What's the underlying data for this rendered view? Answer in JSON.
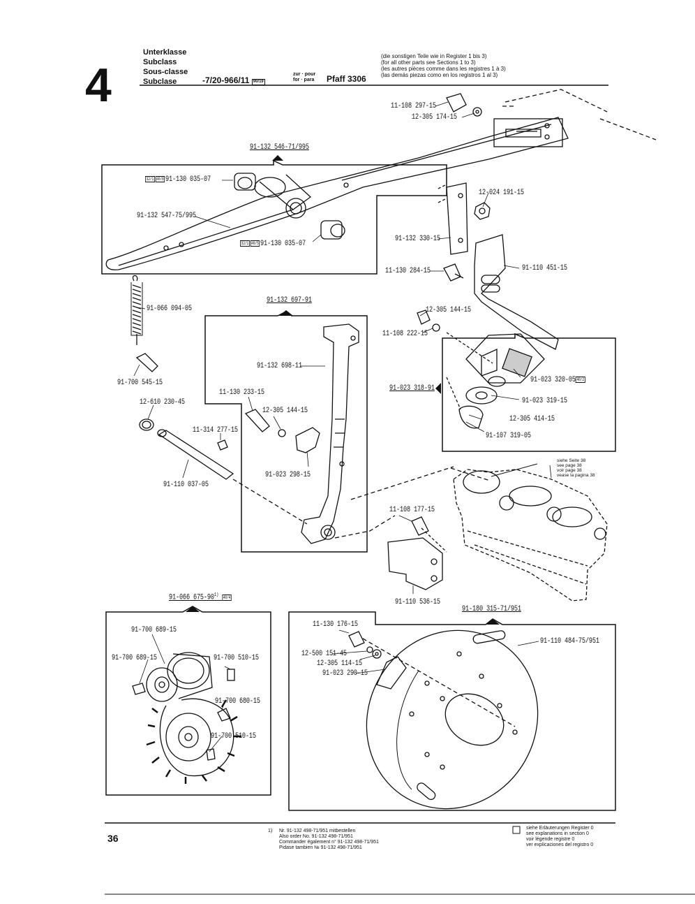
{
  "header": {
    "section_number": "4",
    "class_labels": [
      "Unterklasse",
      "Subclass",
      "Sous-classe",
      "Subclase"
    ],
    "subclass_code": "-7/20-966/11",
    "code_box": "90/19",
    "zur_pour": "zur · pour",
    "for_para": "for · para",
    "machine": "Pfaff 3306",
    "notes": [
      "(die sonstigen Teile wie in Register 1 bis 3)",
      "(for all other parts see Sections 1 to 3)",
      "(les autres pièces comme dans les registres 1 à 3)",
      "(las demás piezas como en los registros 1 al 3)"
    ]
  },
  "parts": {
    "p1": "11-108 297-15",
    "p2": "12-305 174-15",
    "p3": "91-132 546-71/995",
    "p4_tags": [
      "32/1",
      "40/8"
    ],
    "p4": "91-130 035-07",
    "p5": "91-132 547-75/995",
    "p6_tags": [
      "32/1",
      "40/5"
    ],
    "p6": "91-130 035-07",
    "p7": "12-024 191-15",
    "p8": "91-132 330-15",
    "p9": "11-130 284-15",
    "p10": "91-110 451-15",
    "p11": "91-066 094-05",
    "p12": "91-132 697-91",
    "p13": "12-305 144-15",
    "p14": "11-108 222-15",
    "p15": "91-700 545-15",
    "p16": "91-132 698-11",
    "p17": "91-023 320-05",
    "p17_tag": "40/2",
    "p18": "91-023 318-91",
    "p19": "91-023 319-15",
    "p20": "12-610 230-45",
    "p21": "11-130 233-15",
    "p22": "12-305 144-15",
    "p23": "12-305 414-15",
    "p24": "11-314 277-15",
    "p25": "91-107 319-05",
    "p26": "91-023 298-15",
    "p27": "91-110 037-05",
    "p28": "11-108 177-15",
    "p29": "91-066 675-90",
    "p29_sup": "1)",
    "p29_tag": "40/4",
    "p30": "91-110 536-15",
    "p31": "91-180 315-71/951",
    "p32": "91-700 689-15",
    "p33": "11-130 176-15",
    "p34": "91-110 484-75/951",
    "p35": "91-700 689-15",
    "p36": "91-700 510-15",
    "p37": "12-500 151-45",
    "p38": "12-305 114-15",
    "p39": "91-023 290-15",
    "p40": "91-700 680-15",
    "p41": "91-700 510-15"
  },
  "see_page": [
    "siehe Seite 38",
    "see page 38",
    "voir page 38",
    "vease la pagina 38"
  ],
  "footer": {
    "page_number": "36",
    "footnote_mark": "1)",
    "footnote_lines": [
      "Nr. 91-132 498-71/951 mitbestellen",
      "Also order No. 91-132 498-71/951",
      "Commander également n° 91-132 498-71/951",
      "Pidase tambien № 91-132 498-71/951"
    ],
    "legend_lines": [
      "siehe Erläuterungen Register 0",
      "see explanations in section 0",
      "voir légende registre 0",
      "ver explicaciones del registro 0"
    ]
  }
}
